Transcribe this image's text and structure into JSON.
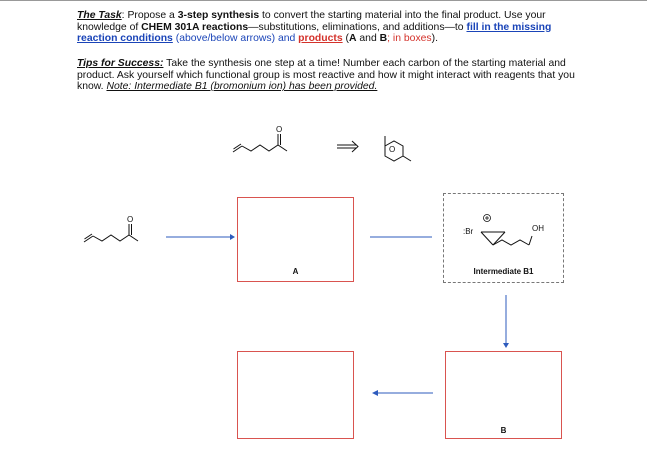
{
  "task": {
    "heading": "The Task",
    "colon": ": ",
    "t1": "Propose a ",
    "t2": "3-step synthesis",
    "t3": " to convert the starting material into the final product. Use your knowledge of ",
    "t4": "CHEM 301A reactions",
    "t5": "—substitutions, eliminations, and additions—to ",
    "t6": "fill in the missing reaction conditions",
    "t7": " (above/below arrows) and ",
    "t8": "products",
    "t9": " (",
    "t10": "A",
    "t11": " and ",
    "t12": "B",
    "t13": "; in boxes",
    "t14": ")."
  },
  "tips": {
    "heading": "Tips for Success:",
    "t1": " Take the synthesis one step at a time! Number each carbon of the starting material and product.  Ask yourself which functional group is most reactive and how it might interact with reagents that you know.  ",
    "note": "Note: Intermediate B1 (bromonium ion) has been provided."
  },
  "scheme": {
    "box_a_label": "A",
    "box_b_label": "B",
    "intermediate_label": "Intermediate B1",
    "br_label": ":Br",
    "oh_label": "OH",
    "o_label": "O"
  },
  "colors": {
    "arrow": "#2d5bbd",
    "box_border": "#d9534f",
    "link": "#1a44b8",
    "red": "#d4322b"
  }
}
